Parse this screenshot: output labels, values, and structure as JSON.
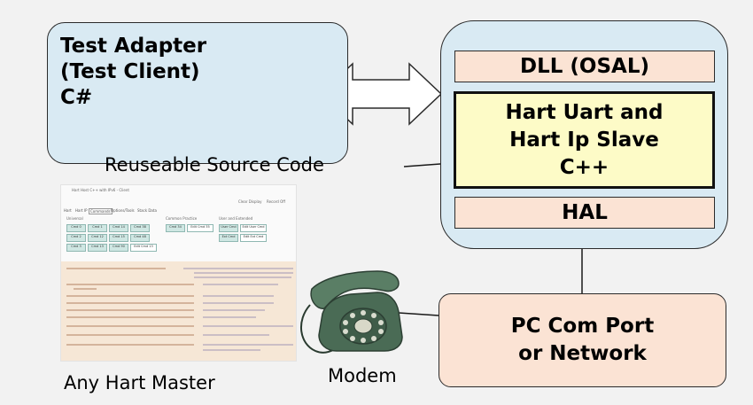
{
  "adapter": {
    "lines": [
      "Test Adapter",
      "(Test Client)",
      "C#"
    ]
  },
  "stack": {
    "dll": "DLL (OSAL)",
    "hart_lines": [
      "Hart Uart and",
      "Hart Ip Slave",
      "C++"
    ],
    "hal": "HAL"
  },
  "pc": {
    "lines": [
      "PC Com Port",
      "or Network"
    ]
  },
  "labels": {
    "reusable": "Reuseable Source Code",
    "master": "Any Hart Master",
    "modem": "Modem"
  },
  "screenshot": {
    "title": "Hart Host C++ with IPv6 - Client",
    "menu_right": [
      "Clear Display",
      "Record Off"
    ],
    "tabs": [
      "Hart",
      "Hart IP",
      "Commands",
      "Options/Tools",
      "Stack Data"
    ],
    "groups": [
      "Universal",
      "Common Practice",
      "User and Extended"
    ],
    "universal_buttons": [
      "Cmd 0",
      "Cmd 1",
      "Cmd 14",
      "Cmd 38",
      "Cmd 2",
      "Cmd 12",
      "Cmd 15",
      "Cmd 48",
      "Cmd 3",
      "Cmd 13",
      "Cmd 90",
      "Edit Cmd 13"
    ],
    "common_buttons": [
      "Cmd 34",
      "Edit Cmd 35"
    ],
    "user_buttons": [
      "User Cmd",
      "Edit User Cmd",
      "Ext Cmd",
      "Edit Ext Cmd"
    ]
  },
  "colors": {
    "blue_fill": "#d9eaf3",
    "peach_fill": "#fbe3d4",
    "yellow_fill": "#fdfbc7",
    "phone_green": "#4a6b55"
  },
  "icons": {
    "arrow": "double-arrow",
    "phone": "rotary-telephone-icon"
  }
}
